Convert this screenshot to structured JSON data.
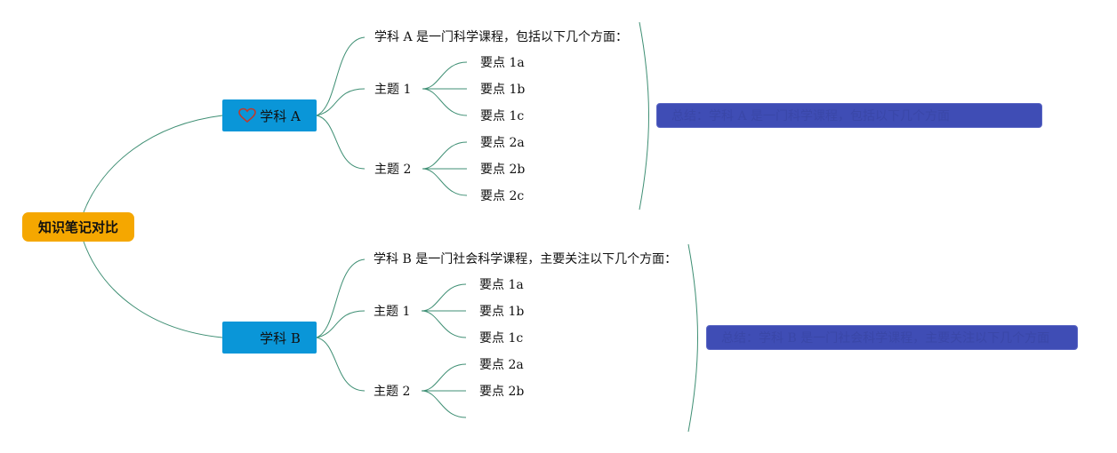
{
  "root": {
    "label": "知识笔记对比"
  },
  "subjects": [
    {
      "label": "学科 A",
      "icon": "heart-icon",
      "description": "学科 A 是一门科学课程，包括以下几个方面：",
      "summary": "总结：学科 A 是一门科学课程，包括以下几个方面",
      "topics": [
        {
          "label": "主题 1",
          "points": [
            "要点 1a",
            "要点 1b",
            "要点 1c"
          ]
        },
        {
          "label": "主题 2",
          "points": [
            "要点 2a",
            "要点 2b",
            "要点 2c"
          ]
        }
      ]
    },
    {
      "label": "学科 B",
      "icon": "",
      "description": "学科 B 是一门社会科学课程，主要关注以下几个方面：",
      "summary": "总结：学科 B 是一门社会科学课程，主要关注以下几个方面",
      "topics": [
        {
          "label": "主题 1",
          "points": [
            "要点 1a",
            "要点 1b",
            "要点 1c"
          ]
        },
        {
          "label": "主题 2",
          "points": [
            "要点 2a",
            "要点 2b",
            ""
          ]
        }
      ]
    }
  ],
  "colors": {
    "root": "#f5a700",
    "subject": "#0a96d8",
    "summary": "#3f4db5",
    "connector": "#3f8f74",
    "heart": "#c0392b"
  }
}
